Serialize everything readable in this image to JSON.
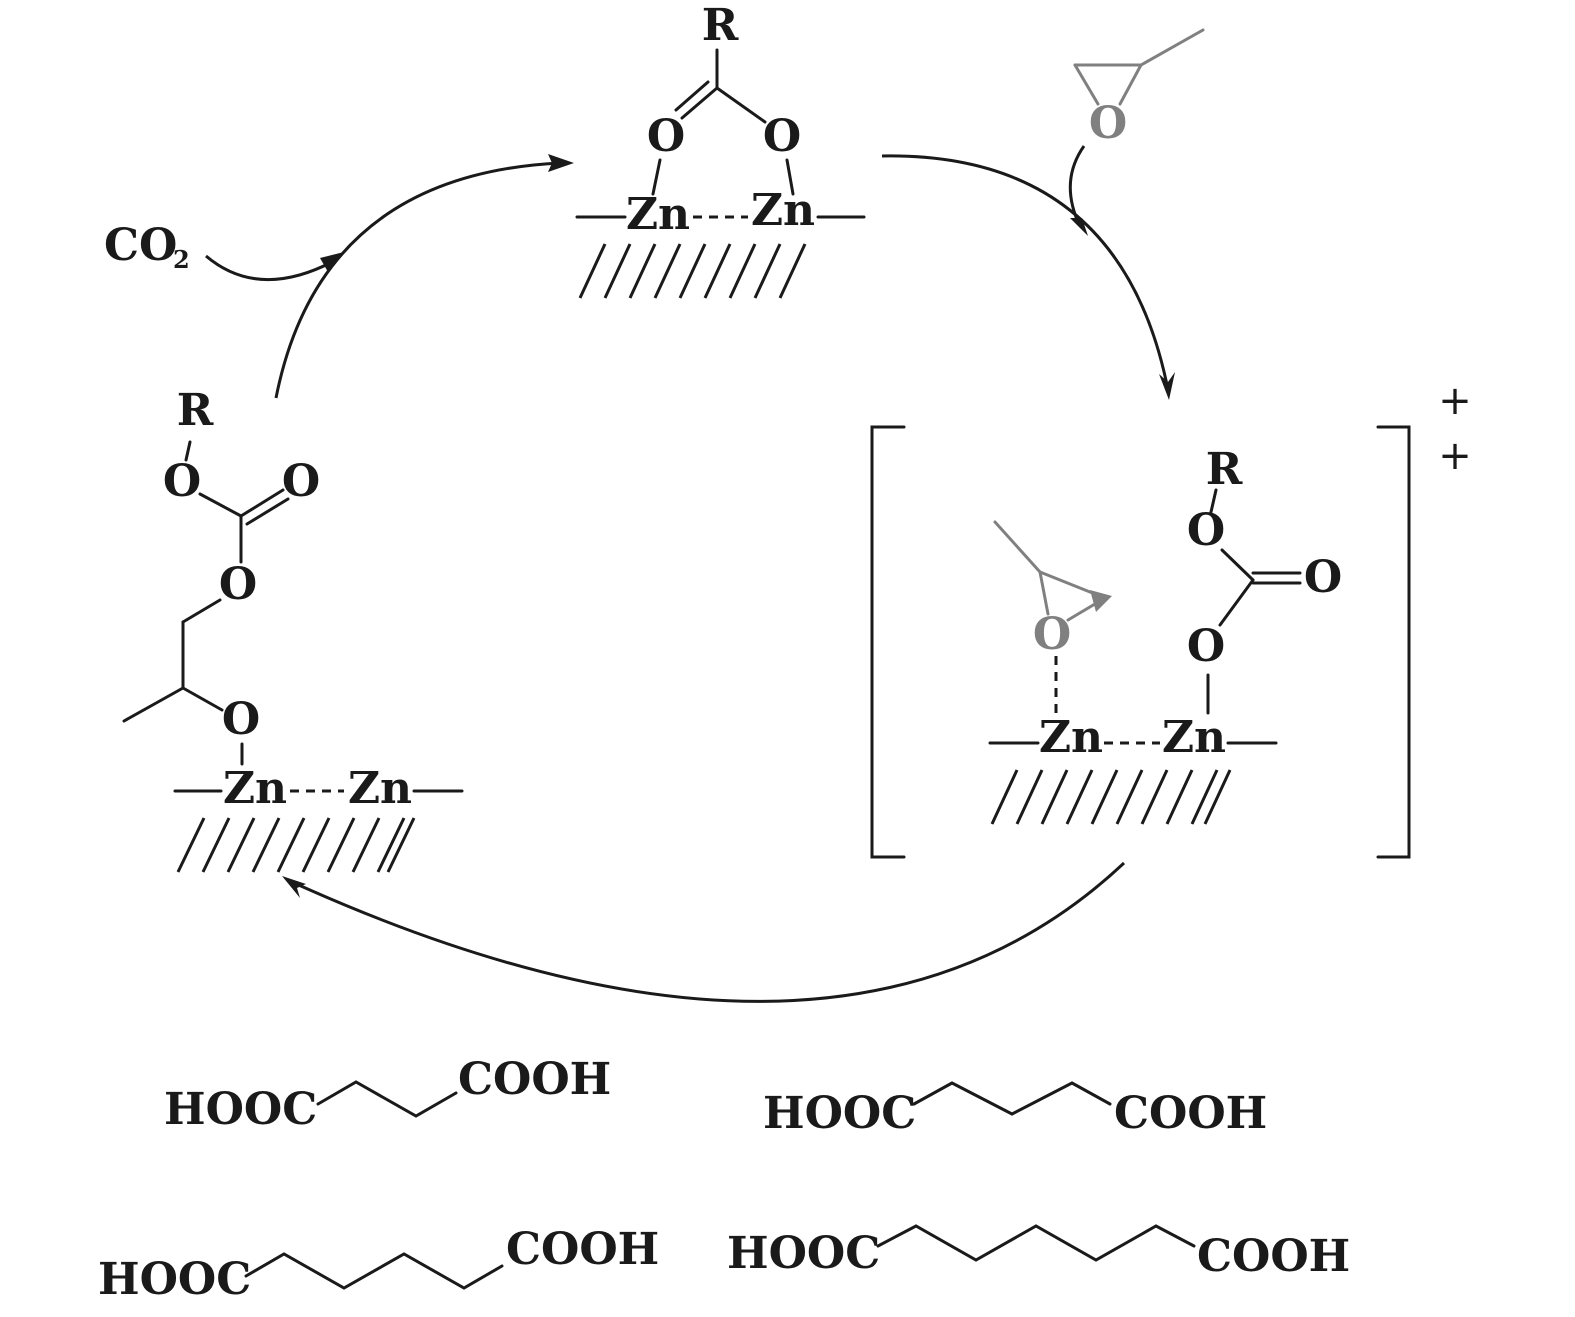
{
  "catalyst_states": {
    "top": {
      "r_label": "R",
      "o_left": "O",
      "o_right": "O",
      "zn_left": "Zn",
      "zn_right": "Zn"
    },
    "right": {
      "r_label": "R",
      "o_ester": "O",
      "o_carbonyl": "O",
      "o_bound": "O",
      "o_epoxide": "O",
      "zn_left": "Zn",
      "zn_right": "Zn",
      "charge_1": "+",
      "charge_2": "+"
    },
    "left": {
      "r_label": "R",
      "o_ester": "O",
      "o_carbonyl": "O",
      "o_chain": "O",
      "o_bound": "O",
      "zn_left": "Zn",
      "zn_right": "Zn"
    }
  },
  "reagents": {
    "co2_main": "CO",
    "co2_sub": "2",
    "epoxide_o": "O"
  },
  "diacids": [
    {
      "left": "HOOC",
      "right": "COOH"
    },
    {
      "left": "HOOC",
      "right": "COOH"
    },
    {
      "left": "HOOC",
      "right": "COOH"
    },
    {
      "left": "HOOC",
      "right": "COOH"
    }
  ],
  "colors": {
    "ink": "#1a1a1a",
    "epoxide_gray": "#808080"
  }
}
